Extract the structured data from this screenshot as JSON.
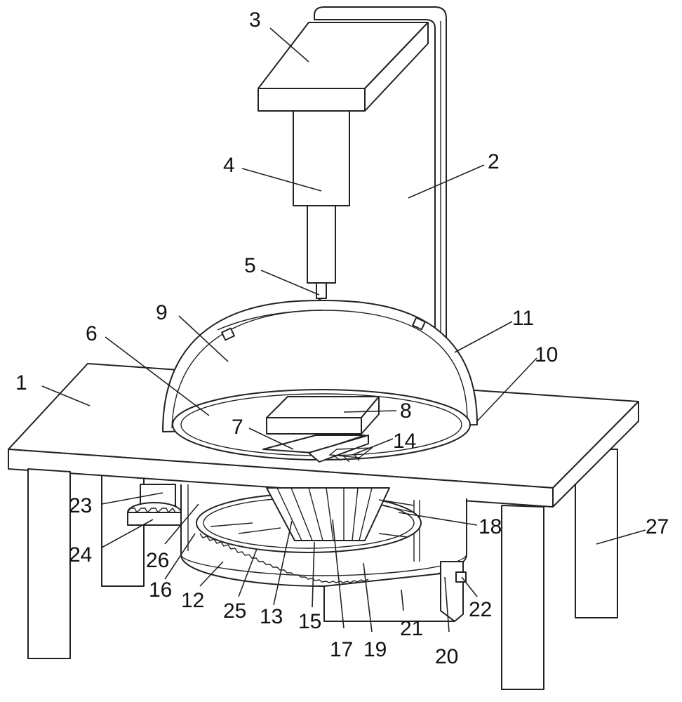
{
  "labels": [
    {
      "id": "1",
      "text": "1"
    },
    {
      "id": "2",
      "text": "2"
    },
    {
      "id": "3",
      "text": "3"
    },
    {
      "id": "4",
      "text": "4"
    },
    {
      "id": "5",
      "text": "5"
    },
    {
      "id": "6",
      "text": "6"
    },
    {
      "id": "7",
      "text": "7"
    },
    {
      "id": "8",
      "text": "8"
    },
    {
      "id": "9",
      "text": "9"
    },
    {
      "id": "10",
      "text": "10"
    },
    {
      "id": "11",
      "text": "11"
    },
    {
      "id": "12",
      "text": "12"
    },
    {
      "id": "13",
      "text": "13"
    },
    {
      "id": "14",
      "text": "14"
    },
    {
      "id": "15",
      "text": "15"
    },
    {
      "id": "16",
      "text": "16"
    },
    {
      "id": "17",
      "text": "17"
    },
    {
      "id": "18",
      "text": "18"
    },
    {
      "id": "19",
      "text": "19"
    },
    {
      "id": "20",
      "text": "20"
    },
    {
      "id": "21",
      "text": "21"
    },
    {
      "id": "22",
      "text": "22"
    },
    {
      "id": "23",
      "text": "23"
    },
    {
      "id": "24",
      "text": "24"
    },
    {
      "id": "25",
      "text": "25"
    },
    {
      "id": "26",
      "text": "26"
    },
    {
      "id": "27",
      "text": "27"
    }
  ]
}
